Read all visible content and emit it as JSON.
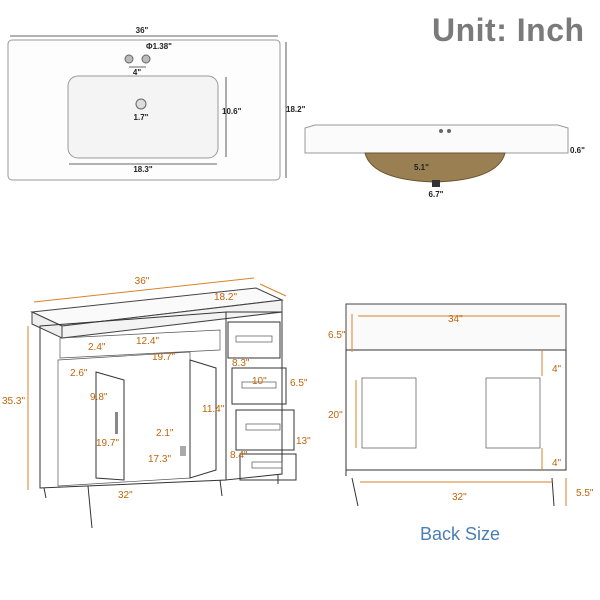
{
  "header": {
    "title": "Unit: Inch"
  },
  "footer": {
    "back_size_label": "Back Size"
  },
  "sink_top_view": {
    "width": "36\"",
    "hole_diameter": "Φ1.38\"",
    "hole_spacing": "4\"",
    "drain": "1.7\"",
    "basin_depth": "10.6\"",
    "depth": "18.2\"",
    "basin_width": "18.3\""
  },
  "sink_side_view": {
    "thickness": "0.6\"",
    "basin_height": "5.1\"",
    "drain_width": "6.7\""
  },
  "vanity_front": {
    "width": "36\"",
    "depth": "18.2\"",
    "height": "35.3\"",
    "top_drawer_height": "2.4\"",
    "top_drawer_width": "12.4\"",
    "top_drawer_inner_width": "19.7\"",
    "side_gap": "2.6\"",
    "small_drawer_height": "8.3\"",
    "small_drawer_width": "10\"",
    "drawer_depth": "6.5\"",
    "cabinet_depth": "9.8\"",
    "drawer_inner_depth": "11.4\"",
    "drawer_stack_height": "13\"",
    "cabinet_height": "19.7\"",
    "shelf_gap": "2.1\"",
    "cabinet_inner_width": "17.3\"",
    "bottom_drawer": "8.4\"",
    "base_width": "32\""
  },
  "vanity_back": {
    "top_width": "34\"",
    "top_height": "6.5\"",
    "gap_top": "4\"",
    "cabinet_height": "20\"",
    "gap_bottom": "4\"",
    "base_width": "32\"",
    "leg_height": "5.5\""
  }
}
